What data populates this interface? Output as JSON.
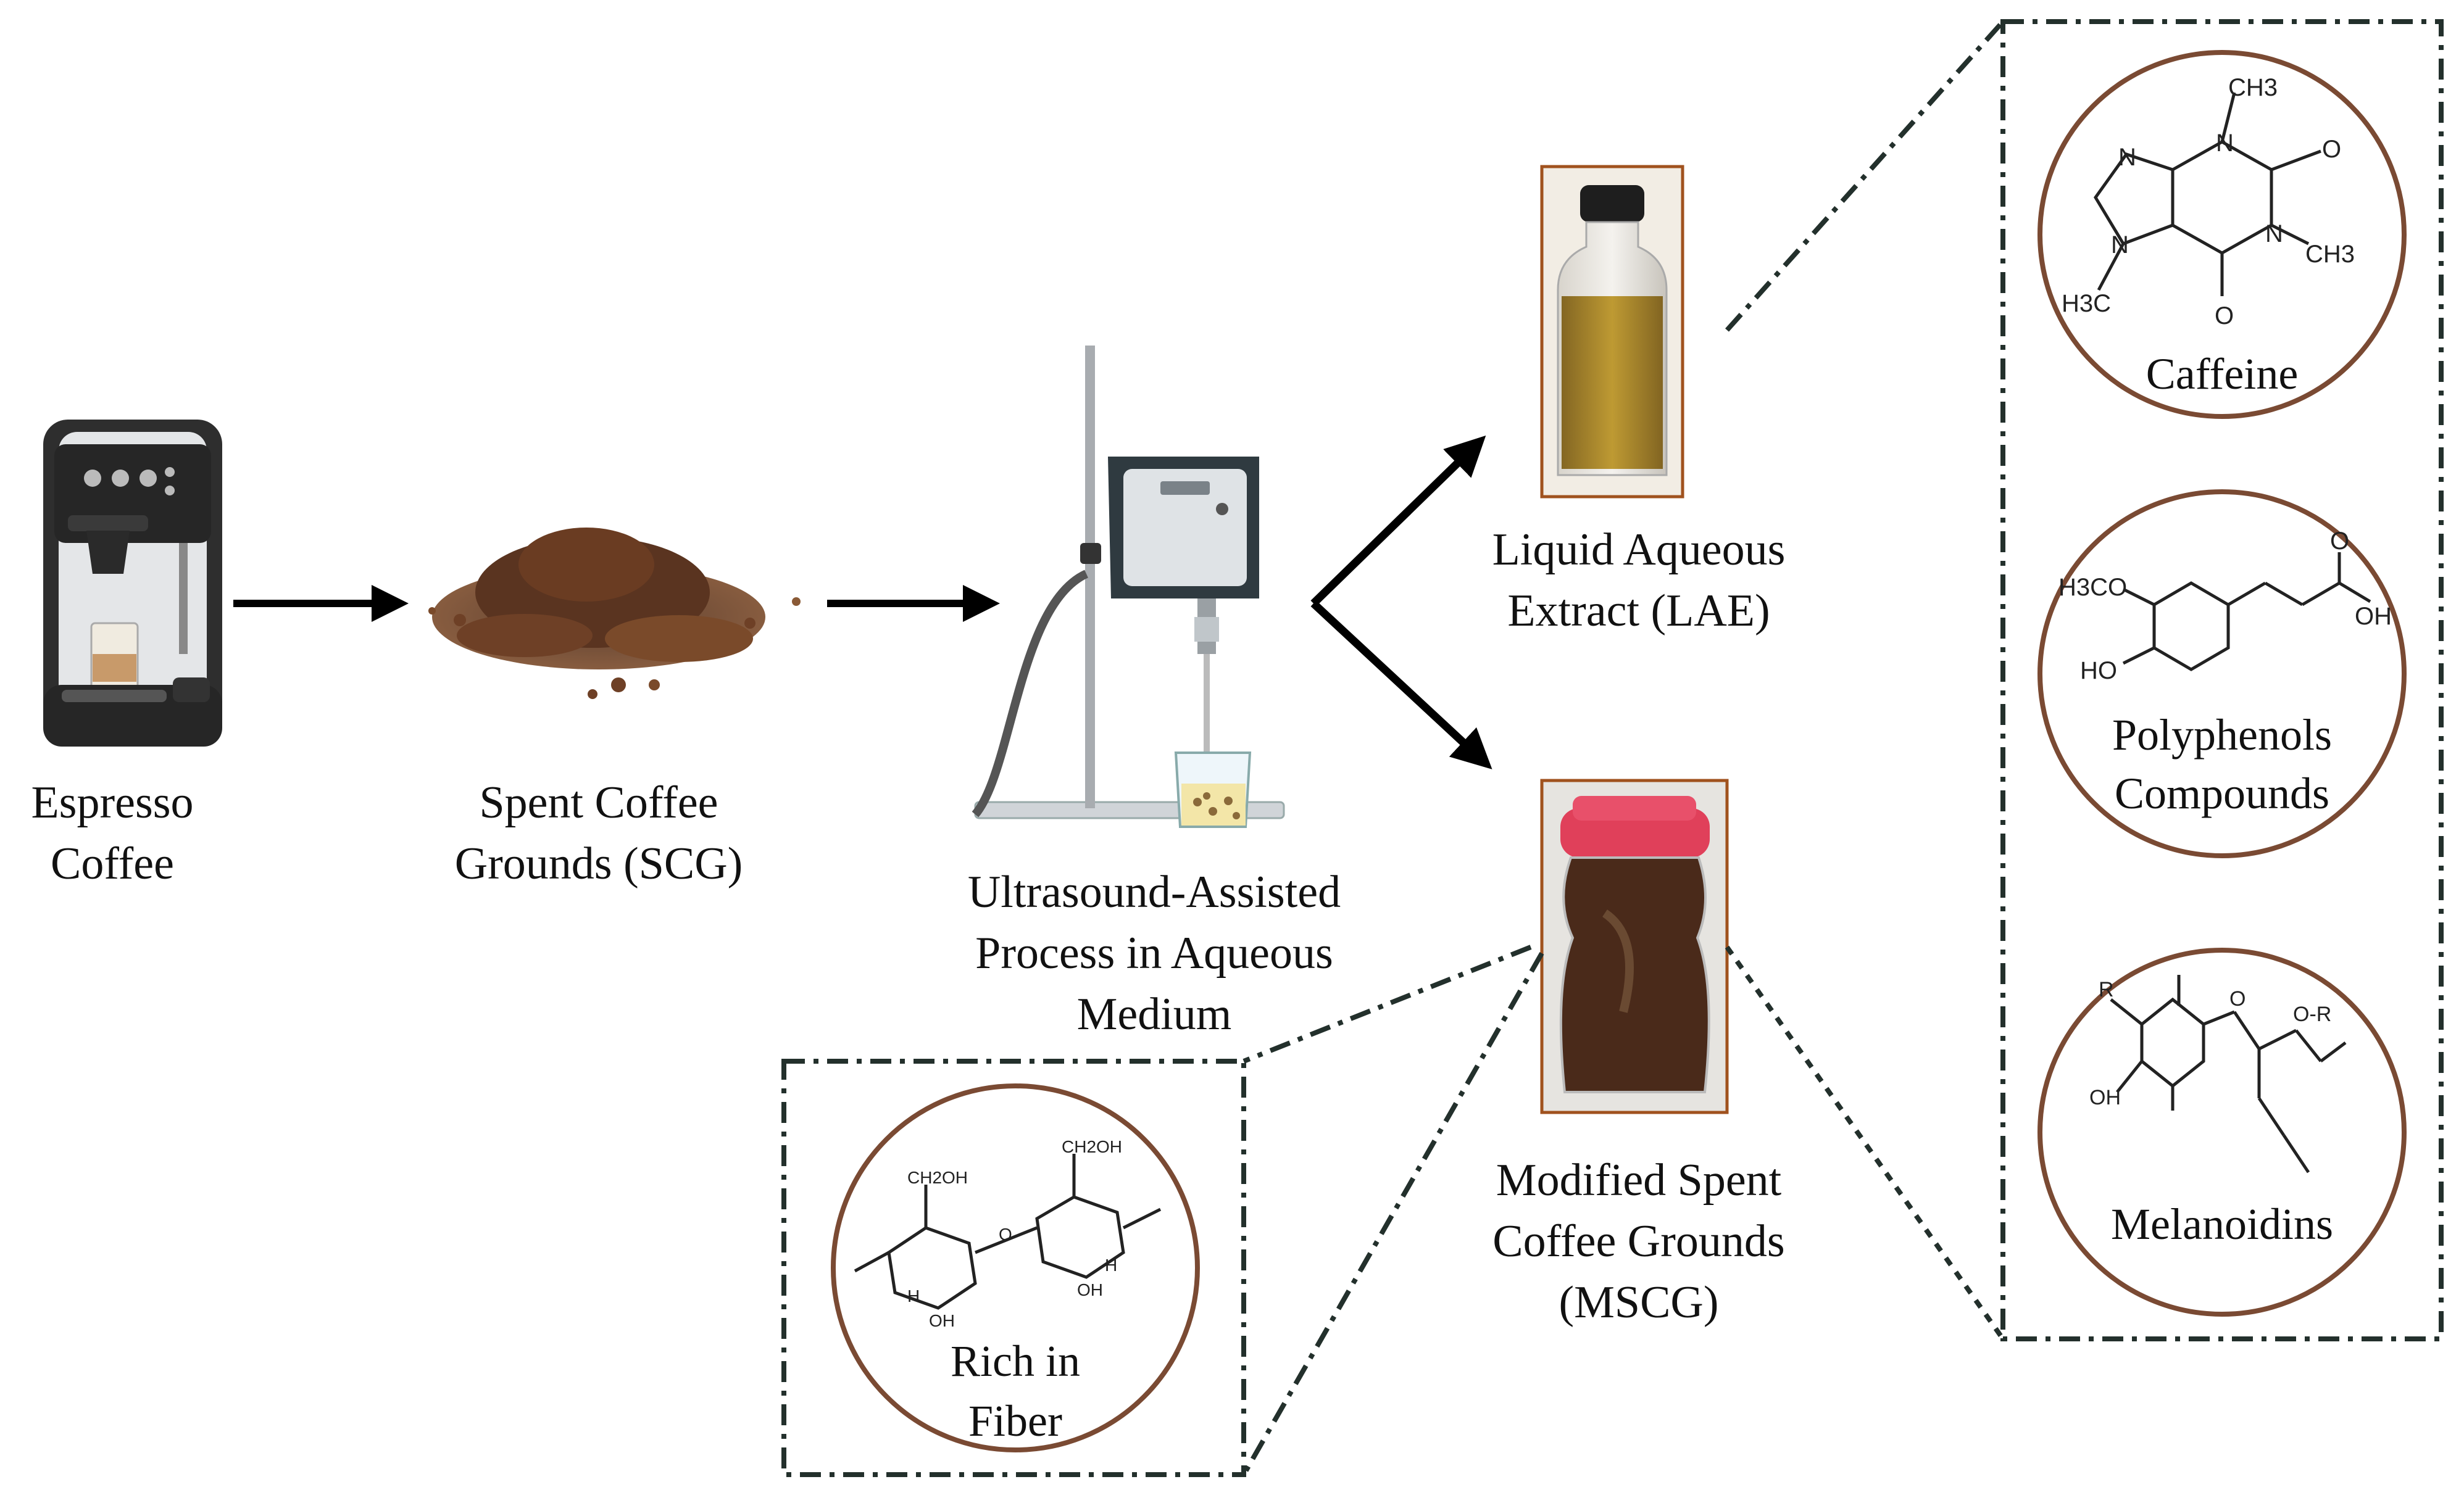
{
  "labels": {
    "espresso": [
      "Espresso",
      "Coffee"
    ],
    "scg": [
      "Spent Coffee",
      "Grounds (SCG)"
    ],
    "process": [
      "Ultrasound-Assisted",
      "Process in Aqueous",
      "Medium"
    ],
    "lae": [
      "Liquid Aqueous",
      "Extract (LAE)"
    ],
    "mscg": [
      "Modified Spent",
      "Coffee Grounds",
      "(MSCG)"
    ],
    "fiber": [
      "Rich in",
      "Fiber"
    ],
    "caffeine": "Caffeine",
    "polyphenols": [
      "Polyphenols",
      "Compounds"
    ],
    "melanoidins": "Melanoidins"
  },
  "chem": {
    "caffeine": {
      "ch3_top": "CH3",
      "o1": "O",
      "n1": "N",
      "n2": "N",
      "ch3_right": "CH3",
      "ch3_left": "H3C",
      "n3": "N",
      "n4": "N",
      "o2": "O"
    },
    "polyphenol": {
      "h3co": "H3CO",
      "ho": "HO",
      "oh": "OH",
      "o": "O"
    },
    "melanoidin": {
      "r": "R",
      "o": "O",
      "or": "O-R",
      "oh": "OH"
    },
    "fiber": {
      "ch2oh": "CH2OH",
      "oh": "OH",
      "h": "H",
      "o": "O"
    }
  },
  "colors": {
    "circle_border": "#7a4a33",
    "dashed_box": "#23302c",
    "arrow": "#000000",
    "liquid": "#9a7414",
    "jar_lid": "#e0405a",
    "grounds": "#5a3420"
  }
}
